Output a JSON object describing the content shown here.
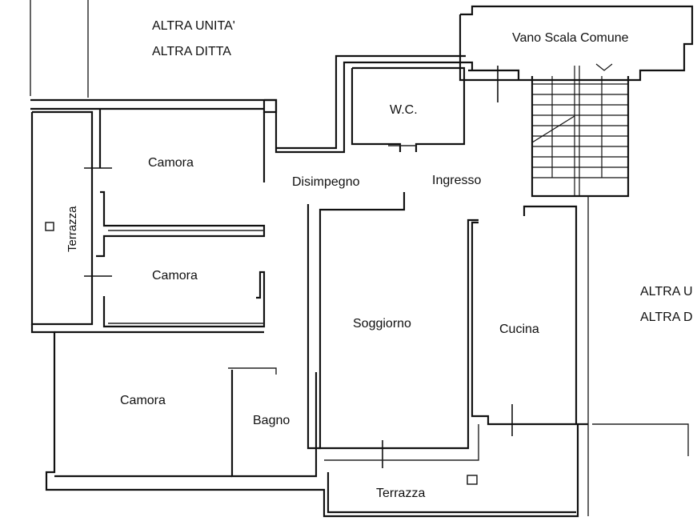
{
  "title": "",
  "labels": {
    "other_unit_top_1": "ALTRA UNITA'",
    "other_unit_top_2": "ALTRA DITTA",
    "stairwell": "Vano Scala Comune",
    "wc": "W.C.",
    "bedroom_1": "Camora",
    "bedroom_2": "Camora",
    "bedroom_3": "Camora",
    "hall": "Disimpegno",
    "entrance": "Ingresso",
    "terrace_left": "Terrazza",
    "living": "Soggiorno",
    "kitchen": "Cucina",
    "bathroom": "Bagno",
    "terrace_bottom": "Terrazza",
    "other_unit_right_1": "ALTRA U",
    "other_unit_right_2": "ALTRA D"
  },
  "colors": {
    "line": "#111111",
    "background": "#ffffff"
  }
}
